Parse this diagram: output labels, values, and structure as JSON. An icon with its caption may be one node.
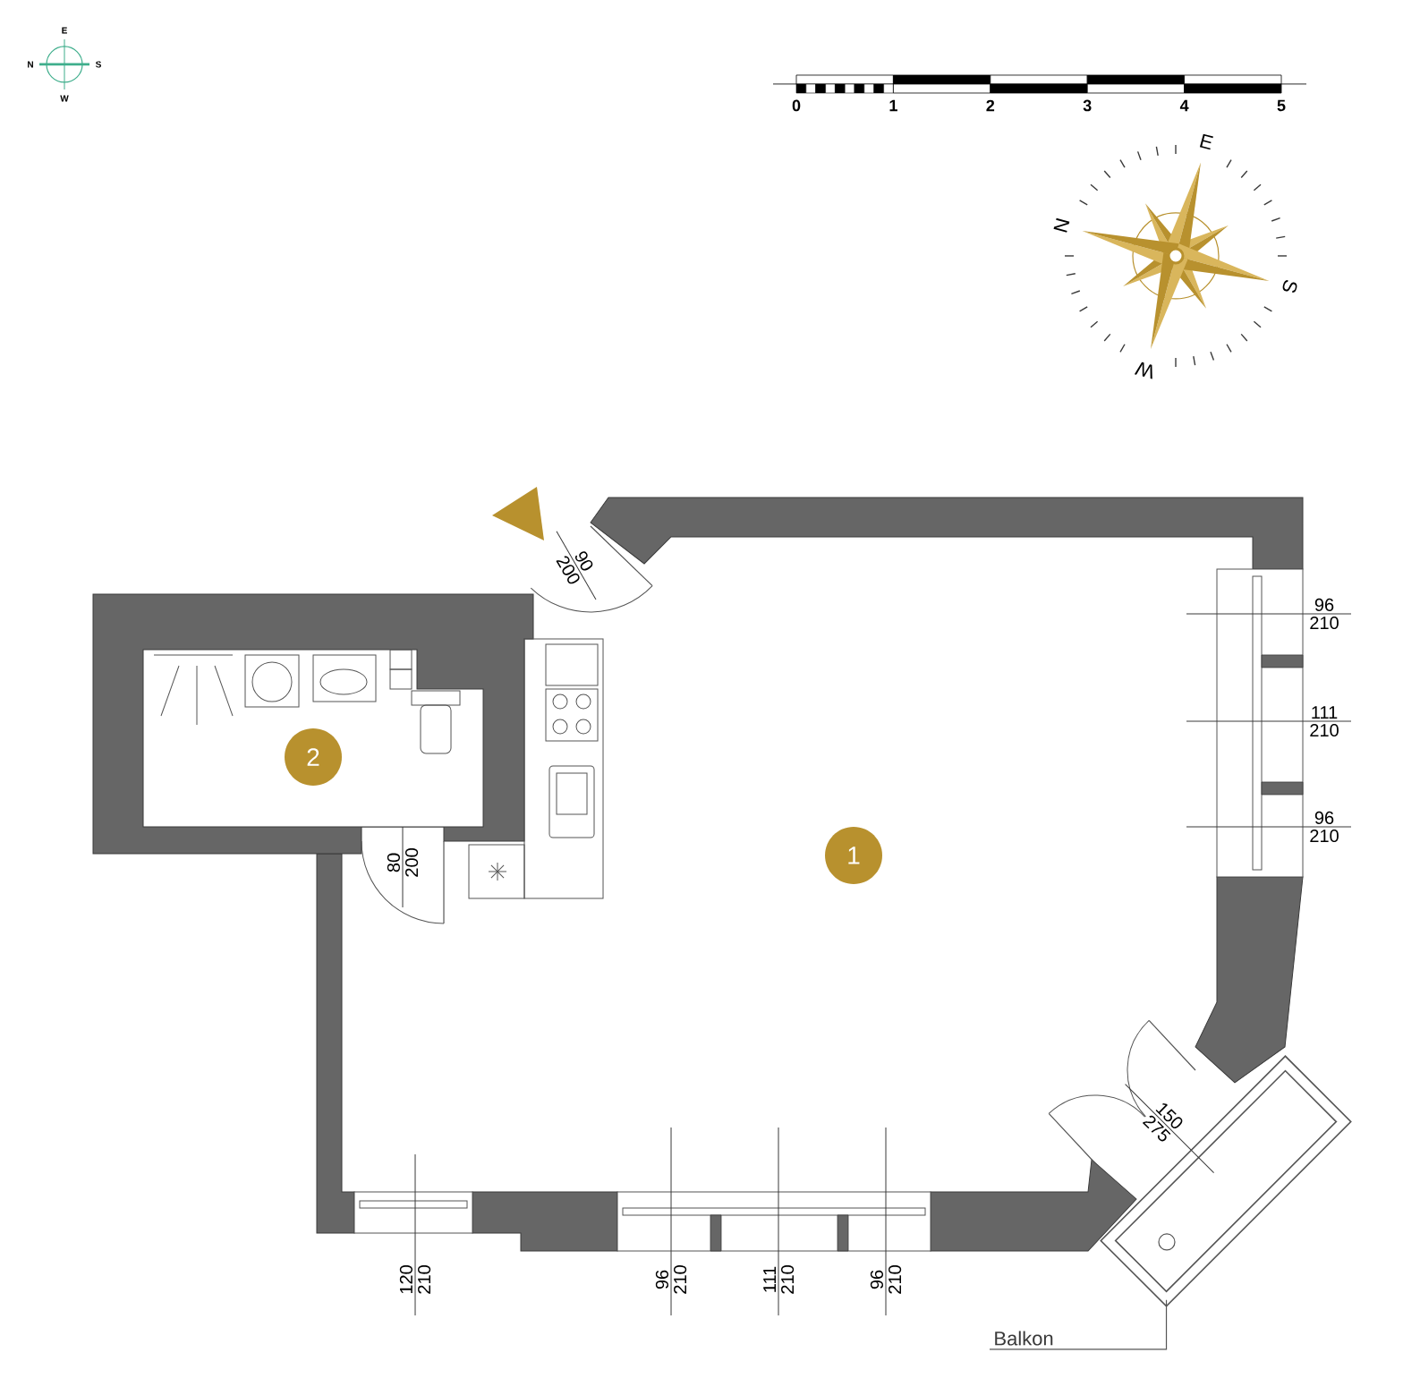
{
  "diagram": {
    "nodes": [
      {
        "text": [
          "2"
        ]
      },
      {
        "text": [
          "1"
        ]
      },
      {
        "text": [],
        "shape": "box"
      },
      {
        "text": [
          "Balkon"
        ]
      }
    ],
    "edges": [
      {
        "from": 3,
        "to": 2,
        "arrow": "none"
      }
    ],
    "labels": [
      "E",
      "N",
      "S",
      "W",
      "0",
      "1",
      "2",
      "3",
      "4",
      "5",
      "E",
      "N",
      "S",
      "W",
      "90",
      "200",
      "96",
      "210",
      "111",
      "210",
      "96",
      "210",
      "80",
      "200",
      "150",
      "275",
      "120",
      "210",
      "96",
      "210",
      "111",
      "210",
      "96",
      "210"
    ]
  }
}
